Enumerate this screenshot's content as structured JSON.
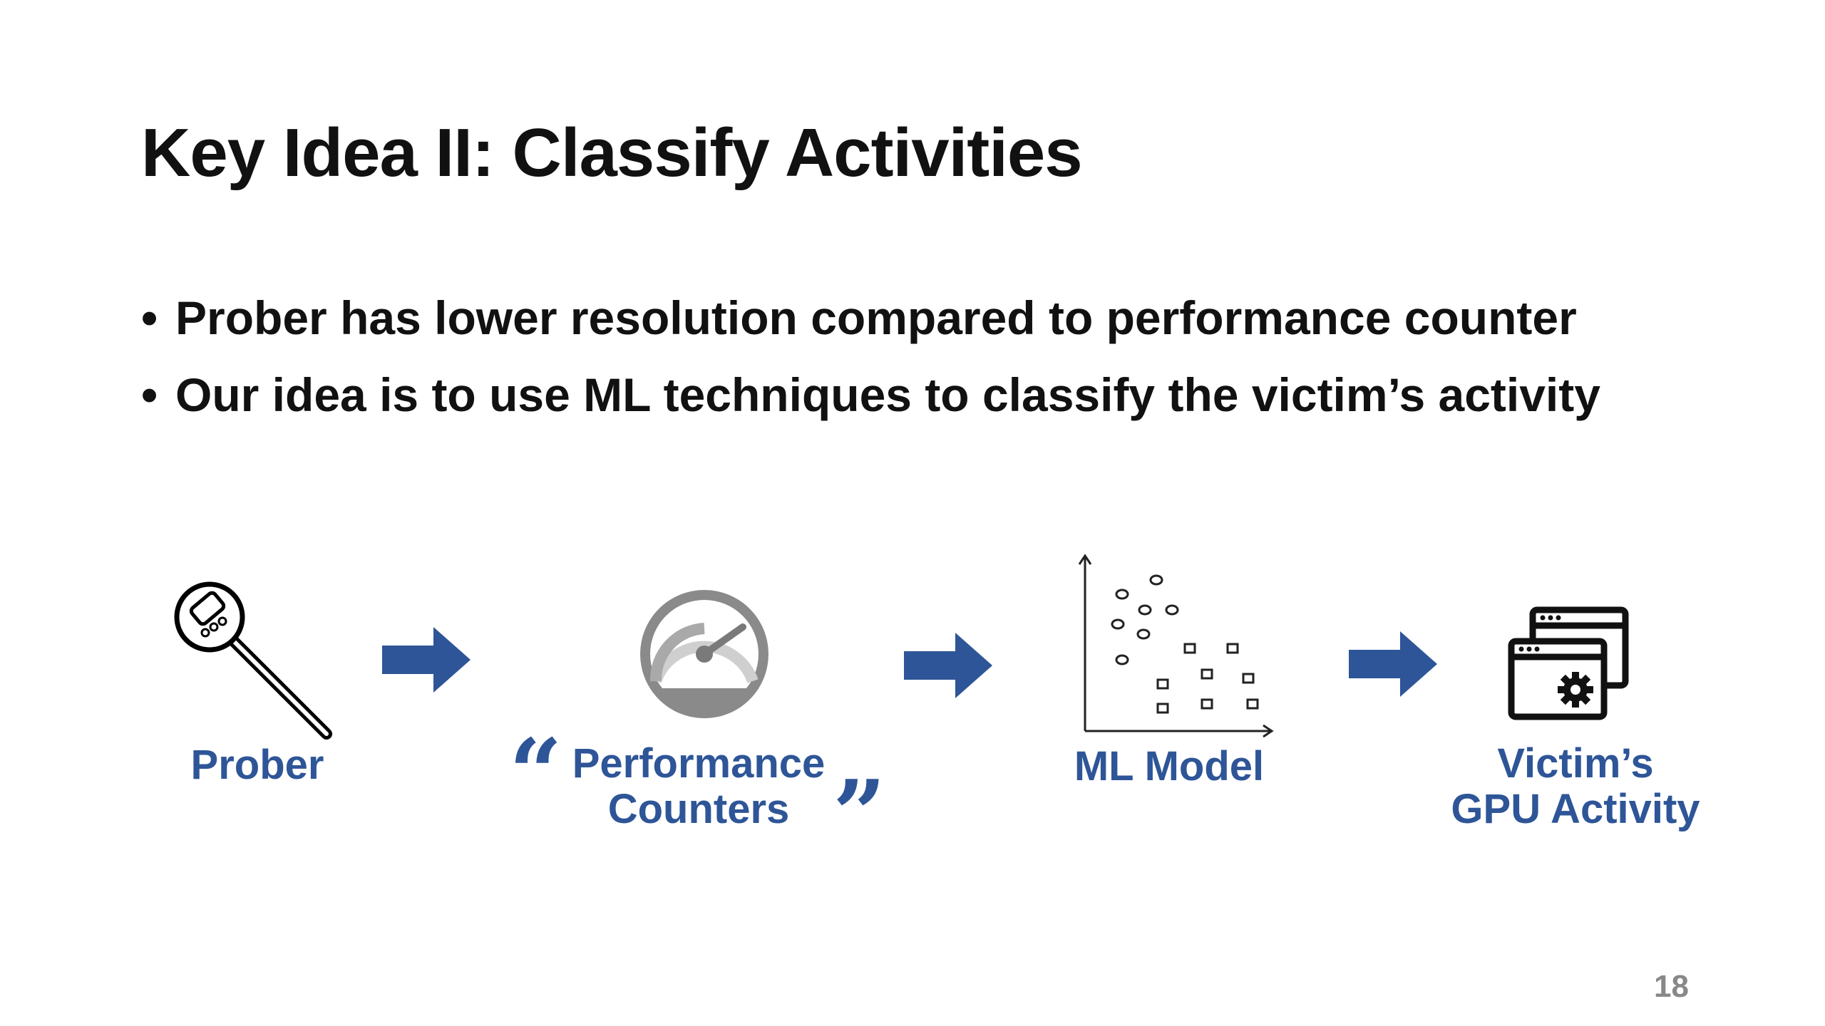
{
  "slide": {
    "title": "Key Idea II: Classify Activities",
    "bullets": [
      "Prober has lower resolution compared to performance counter",
      "Our idea is to use ML techniques to classify the victim’s activity"
    ],
    "bullet_marker": "•",
    "flow": {
      "prober_label": "Prober",
      "perf_label_line1": "Performance",
      "perf_label_line2": "Counters",
      "open_quote": "“",
      "close_quote": "”",
      "ml_label": "ML Model",
      "victim_label_line1": "Victim’s",
      "victim_label_line2": "GPU Activity"
    },
    "page_number": "18",
    "colors": {
      "accent": "#2e5597",
      "text": "#111111",
      "gauge_gray": "#8a8a8a"
    },
    "icons": {
      "prober": "thermometer-probe-icon",
      "gauge": "speedometer-gauge-icon",
      "scatter": "scatter-plot-icon",
      "windows": "app-windows-gear-icon",
      "arrow": "right-arrow-icon"
    }
  }
}
